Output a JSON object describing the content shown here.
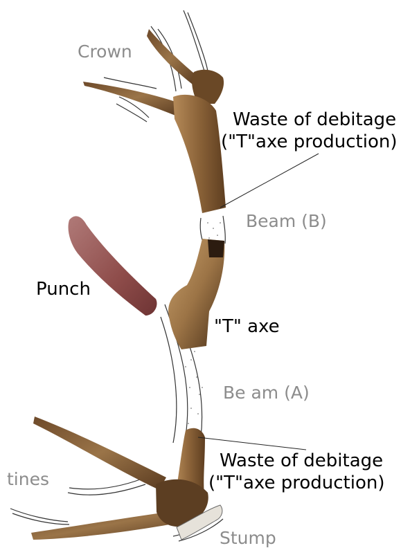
{
  "labels": {
    "crown": "Crown",
    "waste_top_line1": "Waste of debitage",
    "waste_top_line2": "(\"T\"axe production)",
    "beam_b": "Beam (B)",
    "punch": "Punch",
    "t_axe": "\"T\" axe",
    "beam_a": "Be am (A)",
    "waste_bottom_line1": "Waste of debitage",
    "waste_bottom_line2": "(\"T\"axe production)",
    "tines": "tines",
    "stump": "Stump"
  },
  "colors": {
    "antler_dark": "#5a3d22",
    "antler_mid": "#8a6a44",
    "antler_light": "#c09a6a",
    "punch": "#8a4a48",
    "sketch_line": "#333333",
    "gray_label": "#8c8c8c",
    "black_label": "#000000"
  }
}
